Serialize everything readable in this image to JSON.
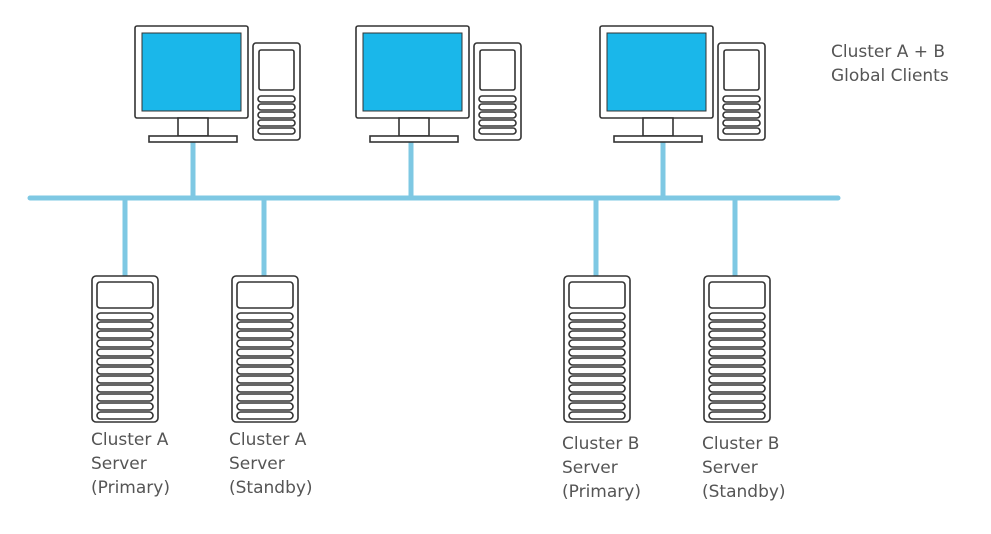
{
  "colors": {
    "network": "#7ec8e3",
    "screen": "#1ab7ea",
    "device_fill": "#ffffff",
    "device_stroke": "#333333",
    "label_text": "#555555"
  },
  "clients_label": {
    "line1": "Cluster A + B",
    "line2": "Global Clients"
  },
  "clients": [
    {
      "icon": "desktop-computer-icon"
    },
    {
      "icon": "desktop-computer-icon"
    },
    {
      "icon": "desktop-computer-icon"
    }
  ],
  "servers": [
    {
      "icon": "server-tower-icon",
      "line1": "Cluster A",
      "line2": "Server",
      "line3": "(Primary)"
    },
    {
      "icon": "server-tower-icon",
      "line1": "Cluster A",
      "line2": "Server",
      "line3": "(Standby)"
    },
    {
      "icon": "server-tower-icon",
      "line1": "Cluster B",
      "line2": "Server",
      "line3": "(Primary)"
    },
    {
      "icon": "server-tower-icon",
      "line1": "Cluster B",
      "line2": "Server",
      "line3": "(Standby)"
    }
  ]
}
